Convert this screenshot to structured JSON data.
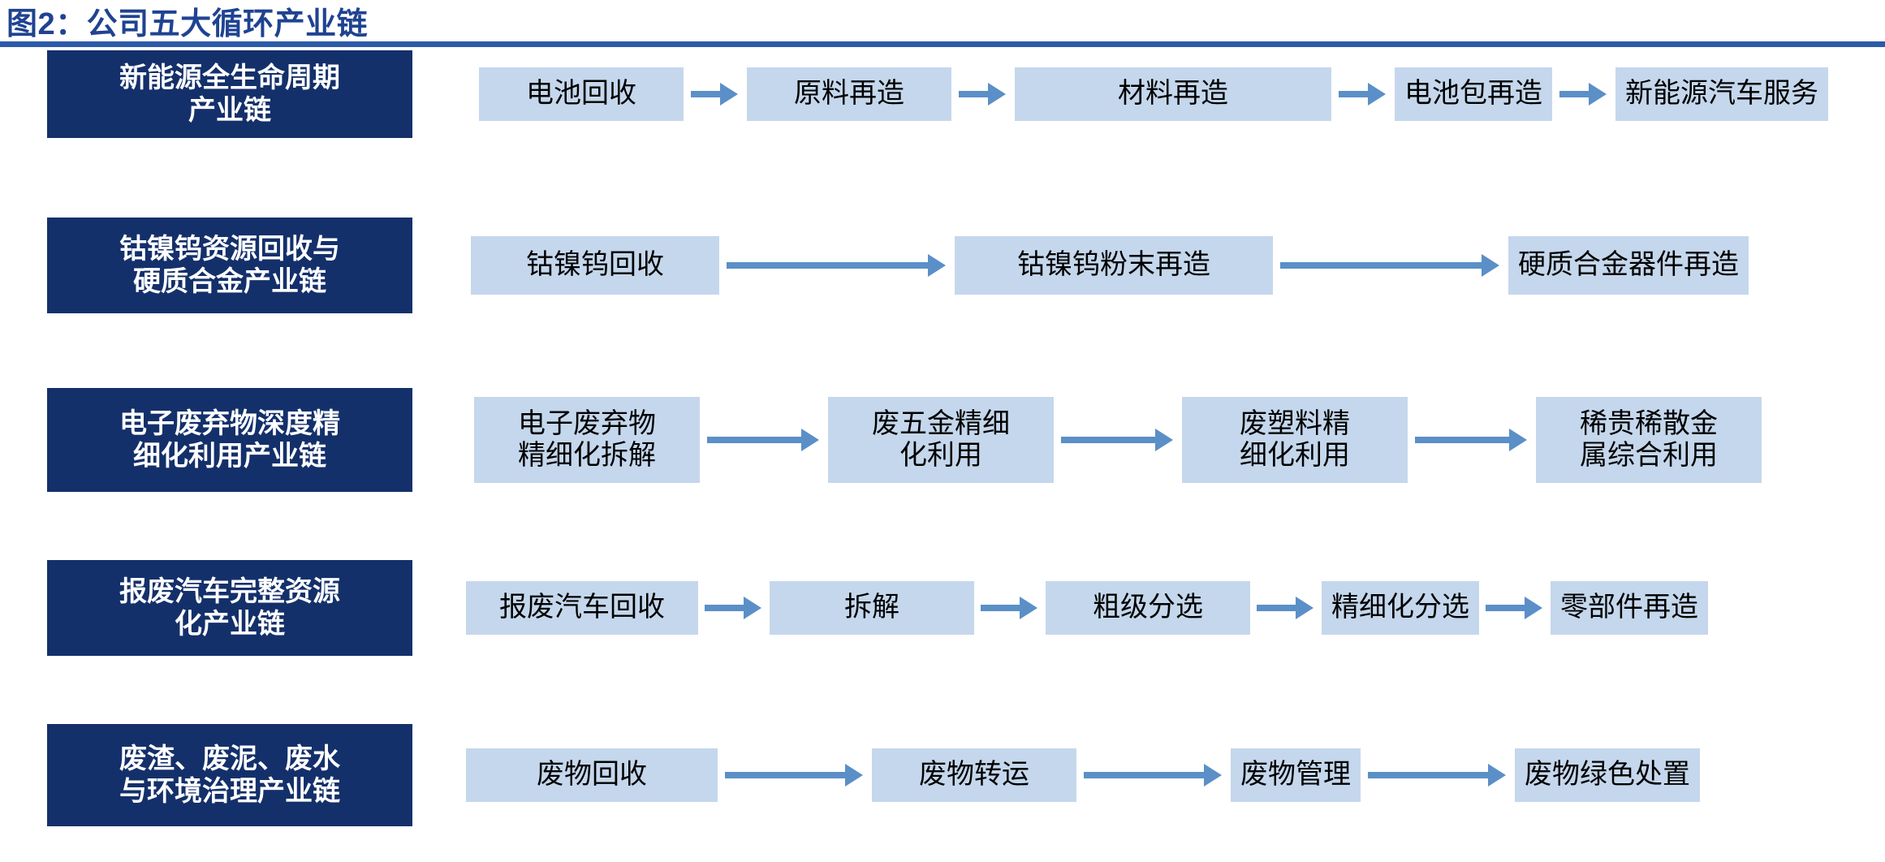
{
  "figure": {
    "title": "图2：公司五大循环产业链",
    "accent_color": "#1f4391",
    "rule_color": "#2c5aa8",
    "label_bg": "#14306b",
    "node_bg": "#c5d7ec",
    "arrow_color": "#5b8fc7"
  },
  "rows": [
    {
      "label_line1": "新能源全生命周期",
      "label_line2": "产业链",
      "arrow_style": "short",
      "nodes": [
        {
          "text": "电池回收"
        },
        {
          "text": "原料再造"
        },
        {
          "text": "材料再造"
        },
        {
          "text": "电池包再造"
        },
        {
          "text": "新能源汽车服务"
        }
      ]
    },
    {
      "label_line1": "钴镍钨资源回收与",
      "label_line2": "硬质合金产业链",
      "arrow_style": "long",
      "nodes": [
        {
          "text": "钴镍钨回收"
        },
        {
          "text": "钴镍钨粉末再造"
        },
        {
          "text": "硬质合金器件再造"
        }
      ]
    },
    {
      "label_line1": "电子废弃物深度精",
      "label_line2": "细化利用产业链",
      "arrow_style": "medium",
      "nodes": [
        {
          "line1": "电子废弃物",
          "line2": "精细化拆解"
        },
        {
          "line1": "废五金精细",
          "line2": "化利用"
        },
        {
          "line1": "废塑料精",
          "line2": "细化利用"
        },
        {
          "line1": "稀贵稀散金",
          "line2": "属综合利用"
        }
      ]
    },
    {
      "label_line1": "报废汽车完整资源",
      "label_line2": "化产业链",
      "arrow_style": "short",
      "nodes": [
        {
          "text": "报废汽车回收"
        },
        {
          "text": "拆解"
        },
        {
          "text": "粗级分选"
        },
        {
          "text": "精细化分选"
        },
        {
          "text": "零部件再造"
        }
      ]
    },
    {
      "label_line1": "废渣、废泥、废水",
      "label_line2": "与环境治理产业链",
      "arrow_style": "long",
      "nodes": [
        {
          "text": "废物回收"
        },
        {
          "text": "废物转运"
        },
        {
          "text": "废物管理"
        },
        {
          "text": "废物绿色处置"
        }
      ]
    }
  ],
  "icons": {
    "arrow": "arrow-right-icon"
  }
}
